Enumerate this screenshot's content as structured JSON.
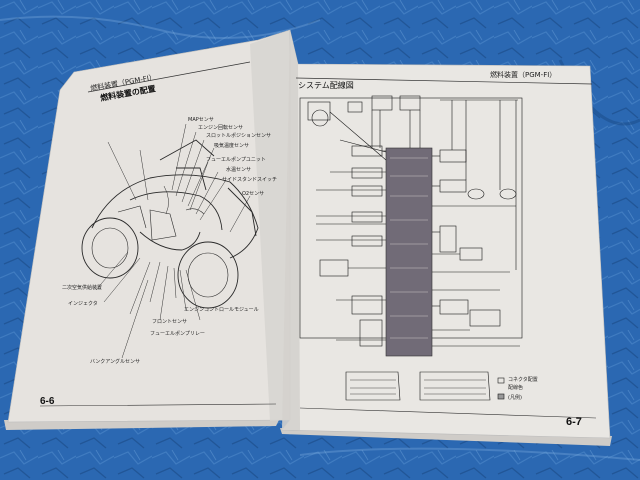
{
  "left_page": {
    "header": "燃料装置（PGM-FI）",
    "title": "燃料装置の配置",
    "page_number": "6-6",
    "labels": [
      "MAPセンサ",
      "エンジン回転センサ",
      "スロットルポジションセンサ",
      "吸気温度センサ",
      "フューエルポンプユニット",
      "水温センサ",
      "サイドスタンドスイッチ",
      "O2センサ",
      "二次空気供給装置",
      "インジェクタ",
      "フロントセンサ",
      "エンジンコントロールモジュール",
      "フューエルポンプリレー",
      "バンクアングルセンサ"
    ]
  },
  "right_page": {
    "header": "燃料装置（PGM-FI）",
    "title": "システム配線図",
    "page_number": "6-7",
    "legend": [
      "コネクタ配置",
      "配線色",
      "(凡例)"
    ]
  },
  "colors": {
    "tarp": "#2a67b0",
    "paper": "#e4e1dd",
    "ink": "#1a1a1a",
    "ecm_block": "#6f6a75"
  }
}
